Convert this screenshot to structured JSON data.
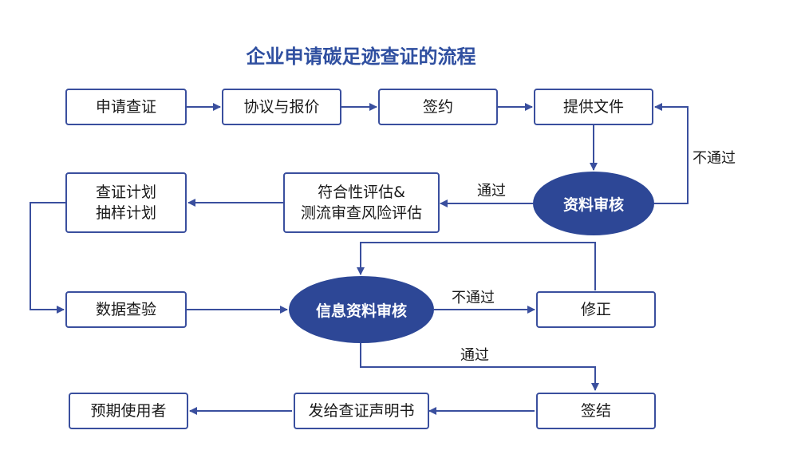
{
  "title": "企业申请碳足迹查证的流程",
  "nodes": {
    "apply": "申请查证",
    "agreement": "协议与报价",
    "sign": "签约",
    "provide_docs": "提供文件",
    "doc_review": "资料审核",
    "assessment_line1": "符合性评估&",
    "assessment_line2": "测流审查风险评估",
    "plan_line1": "查证计划",
    "plan_line2": "抽样计划",
    "data_check": "数据查验",
    "info_review": "信息资料审核",
    "correction": "修正",
    "conclude": "签结",
    "issue_statement": "发给查证声明书",
    "intended_user": "预期使用者"
  },
  "edge_labels": {
    "fail_1": "不通过",
    "pass_1": "通过",
    "fail_2": "不通过",
    "pass_2": "通过"
  },
  "colors": {
    "accent": "#2d4796",
    "line": "#3a4f9e",
    "title": "#2f4fa0"
  }
}
